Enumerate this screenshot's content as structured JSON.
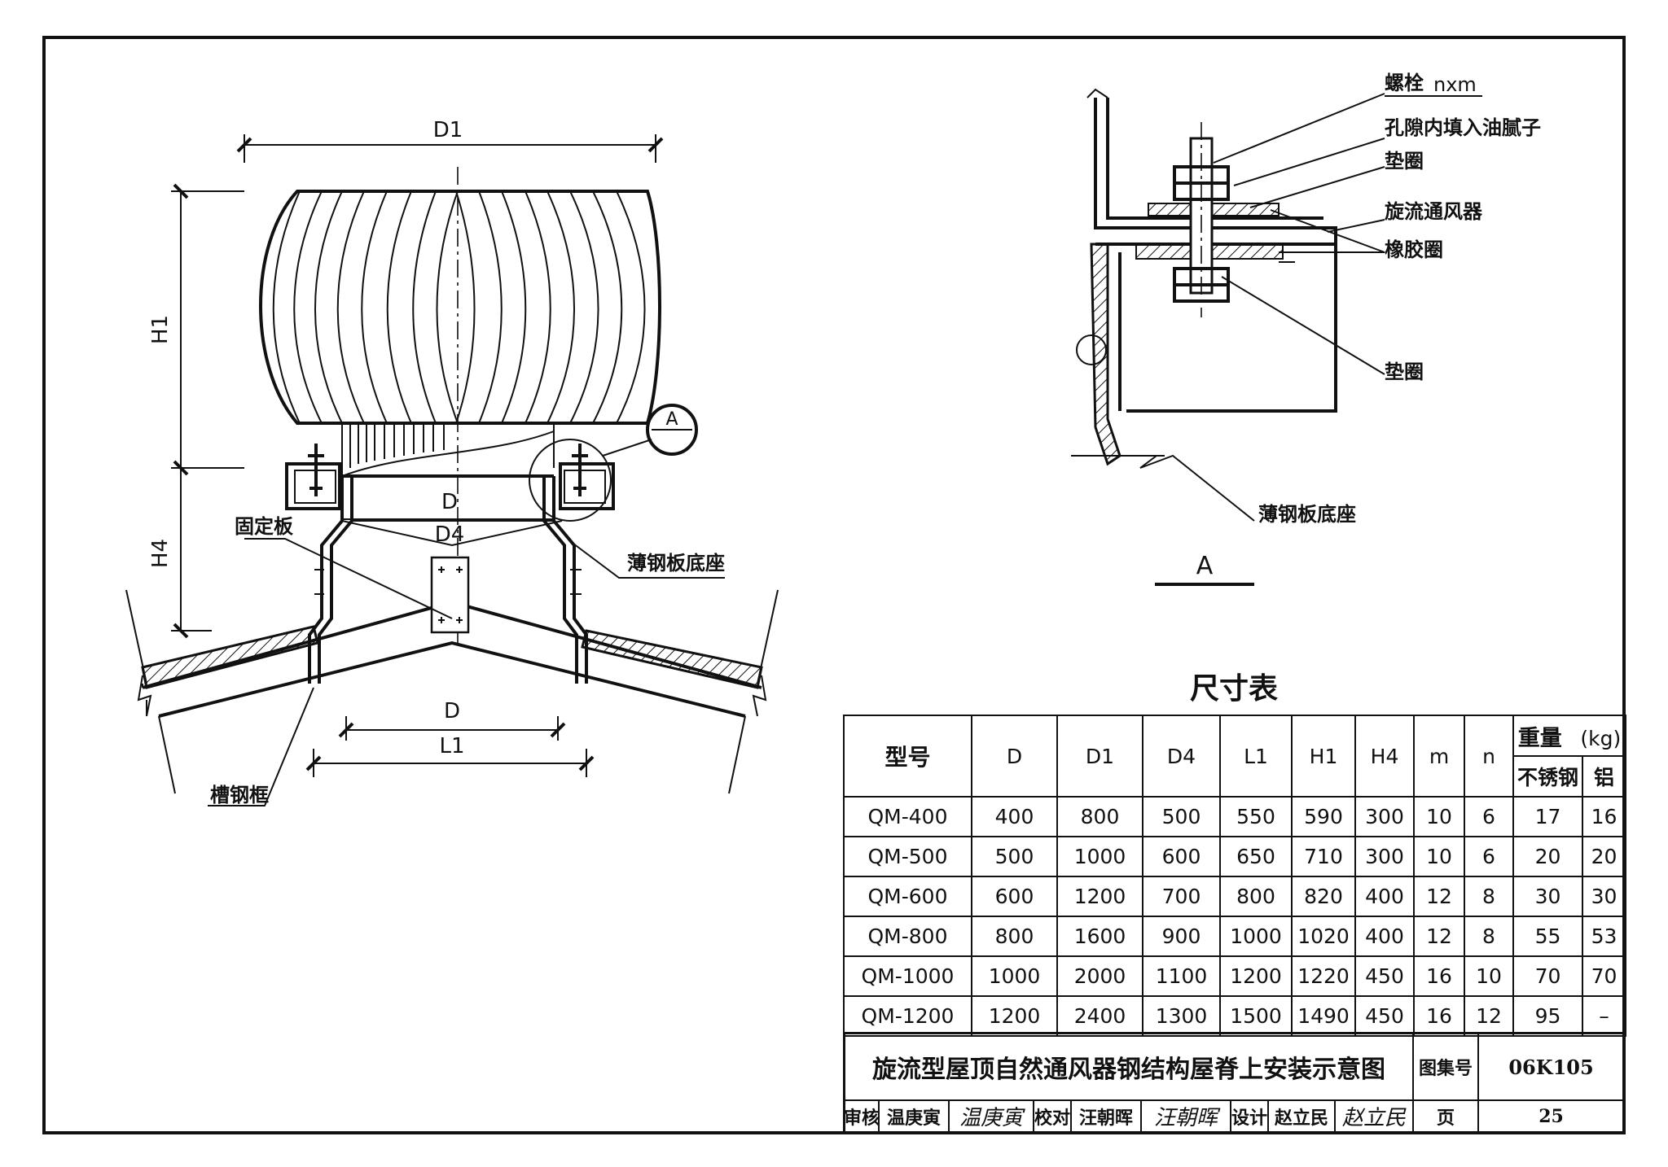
{
  "title_block": {
    "drawing_title": "旋流型屋顶自然通风器钢结构屋脊上安装示意图",
    "atlas_no_label": "图集号",
    "atlas_no": "06K105",
    "review_label": "审核",
    "reviewer": "温庚寅",
    "reviewer_signature": "温庚寅",
    "check_label": "校对",
    "checker": "汪朝晖",
    "checker_signature": "汪朝晖",
    "design_label": "设计",
    "designer": "赵立民",
    "designer_signature": "赵立民",
    "page_label": "页",
    "page_no": "25"
  },
  "main_view": {
    "dim_D1": "D1",
    "dim_H1": "H1",
    "dim_H4": "H4",
    "dim_D": "D",
    "dim_D4": "D4",
    "dim_L1": "L1",
    "label_fixing_plate": "固定板",
    "label_base": "薄钢板底座",
    "label_channel_frame": "槽钢框",
    "detail_callout": "A"
  },
  "detail_view": {
    "title": "A",
    "label_bolt": "螺栓",
    "label_bolt_spec": "nxm",
    "label_putty": "孔隙内填入油腻子",
    "label_washer_top": "垫圈",
    "label_ventilator": "旋流通风器",
    "label_rubber_ring": "橡胶圈",
    "label_washer_bottom": "垫圈",
    "label_base": "薄钢板底座"
  },
  "dimension_table": {
    "title": "尺寸表",
    "headers": {
      "model": "型号",
      "D": "D",
      "D1": "D1",
      "D4": "D4",
      "L1": "L1",
      "H1": "H1",
      "H4": "H4",
      "m": "m",
      "n": "n",
      "weight": "重量",
      "weight_unit": "(kg)",
      "stainless": "不锈钢",
      "aluminum": "铝"
    },
    "rows": [
      [
        "QM-400",
        "400",
        "800",
        "500",
        "550",
        "590",
        "300",
        "10",
        "6",
        "17",
        "16"
      ],
      [
        "QM-500",
        "500",
        "1000",
        "600",
        "650",
        "710",
        "300",
        "10",
        "6",
        "20",
        "20"
      ],
      [
        "QM-600",
        "600",
        "1200",
        "700",
        "800",
        "820",
        "400",
        "12",
        "8",
        "30",
        "30"
      ],
      [
        "QM-800",
        "800",
        "1600",
        "900",
        "1000",
        "1020",
        "400",
        "12",
        "8",
        "55",
        "53"
      ],
      [
        "QM-1000",
        "1000",
        "2000",
        "1100",
        "1200",
        "1220",
        "450",
        "16",
        "10",
        "70",
        "70"
      ],
      [
        "QM-1200",
        "1200",
        "2400",
        "1300",
        "1500",
        "1490",
        "450",
        "16",
        "12",
        "95",
        "–"
      ]
    ]
  }
}
